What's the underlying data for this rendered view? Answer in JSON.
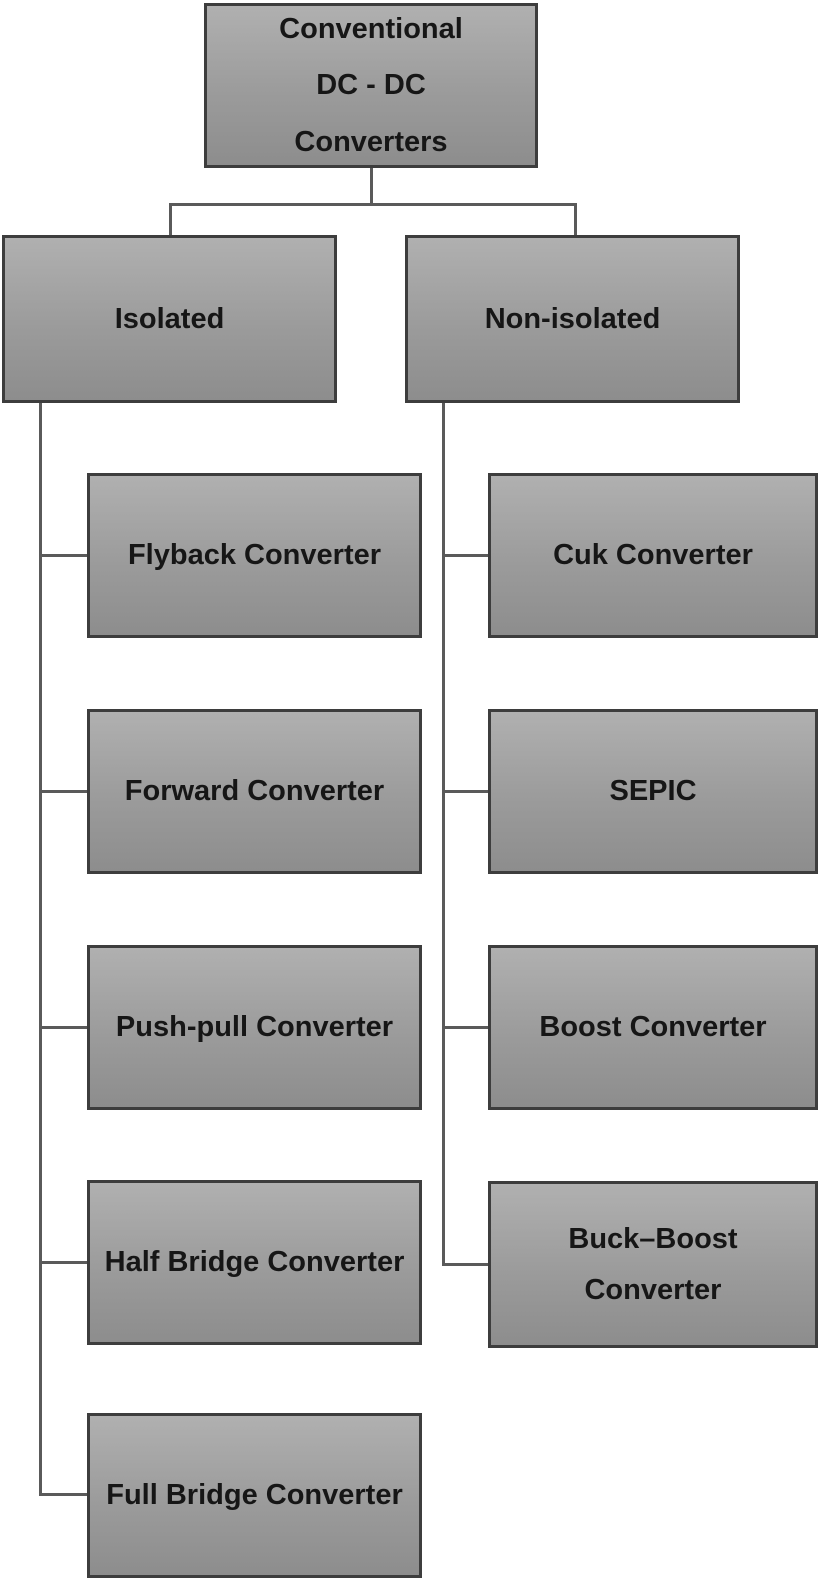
{
  "diagram": {
    "type": "hierarchy-flowchart",
    "background_color": "#ffffff",
    "box_fill_top": "#b0b0b0",
    "box_fill_bottom": "#8d8d8d",
    "box_border_color": "#3d3d3d",
    "connector_color": "#5a5a5a",
    "text_color": "#161616",
    "root": {
      "label": "Conventional\nDC - DC\nConverters"
    },
    "branches": [
      {
        "label": "Isolated",
        "children": [
          {
            "label": "Flyback Converter"
          },
          {
            "label": "Forward Converter"
          },
          {
            "label": "Push-pull Converter"
          },
          {
            "label": "Half Bridge Converter"
          },
          {
            "label": "Full Bridge Converter"
          }
        ]
      },
      {
        "label": "Non-isolated",
        "children": [
          {
            "label": "Cuk Converter"
          },
          {
            "label": "SEPIC"
          },
          {
            "label": "Boost Converter"
          },
          {
            "label": "Buck–Boost\nConverter"
          }
        ]
      }
    ]
  }
}
